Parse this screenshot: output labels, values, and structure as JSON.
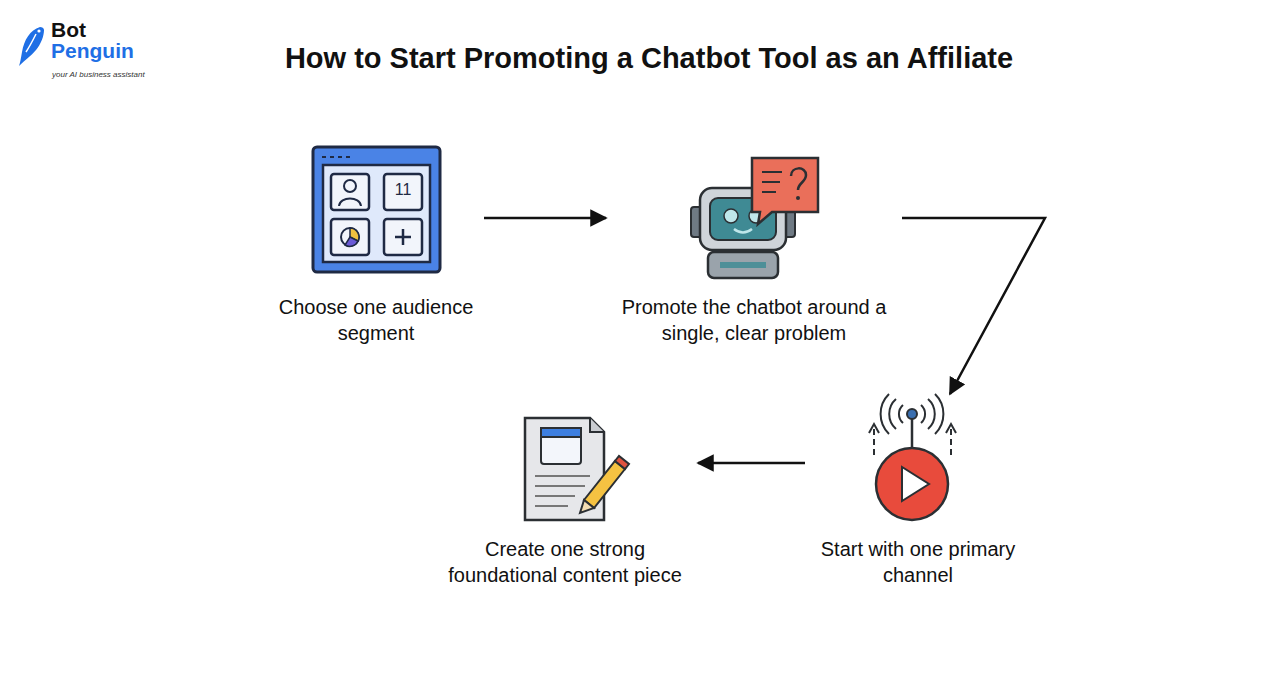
{
  "diagram": {
    "title": "How to Start Promoting a Chatbot Tool as an Affiliate",
    "nodes": [
      {
        "text": [
          "Choose one audience segment"
        ]
      },
      {
        "text": [
          "Promote the chatbot around a single, clear problem"
        ]
      },
      {
        "text": [
          "Start with one primary channel"
        ]
      },
      {
        "text": [
          "Create one strong foundational content piece"
        ]
      }
    ],
    "edges": [
      {
        "from": 0,
        "to": 1,
        "arrow": "to"
      },
      {
        "from": 1,
        "to": 2,
        "arrow": "to"
      },
      {
        "from": 2,
        "to": 3,
        "arrow": "to"
      }
    ],
    "labels": [
      "Bot",
      "Penguin",
      "your AI business assistant",
      "11"
    ]
  }
}
